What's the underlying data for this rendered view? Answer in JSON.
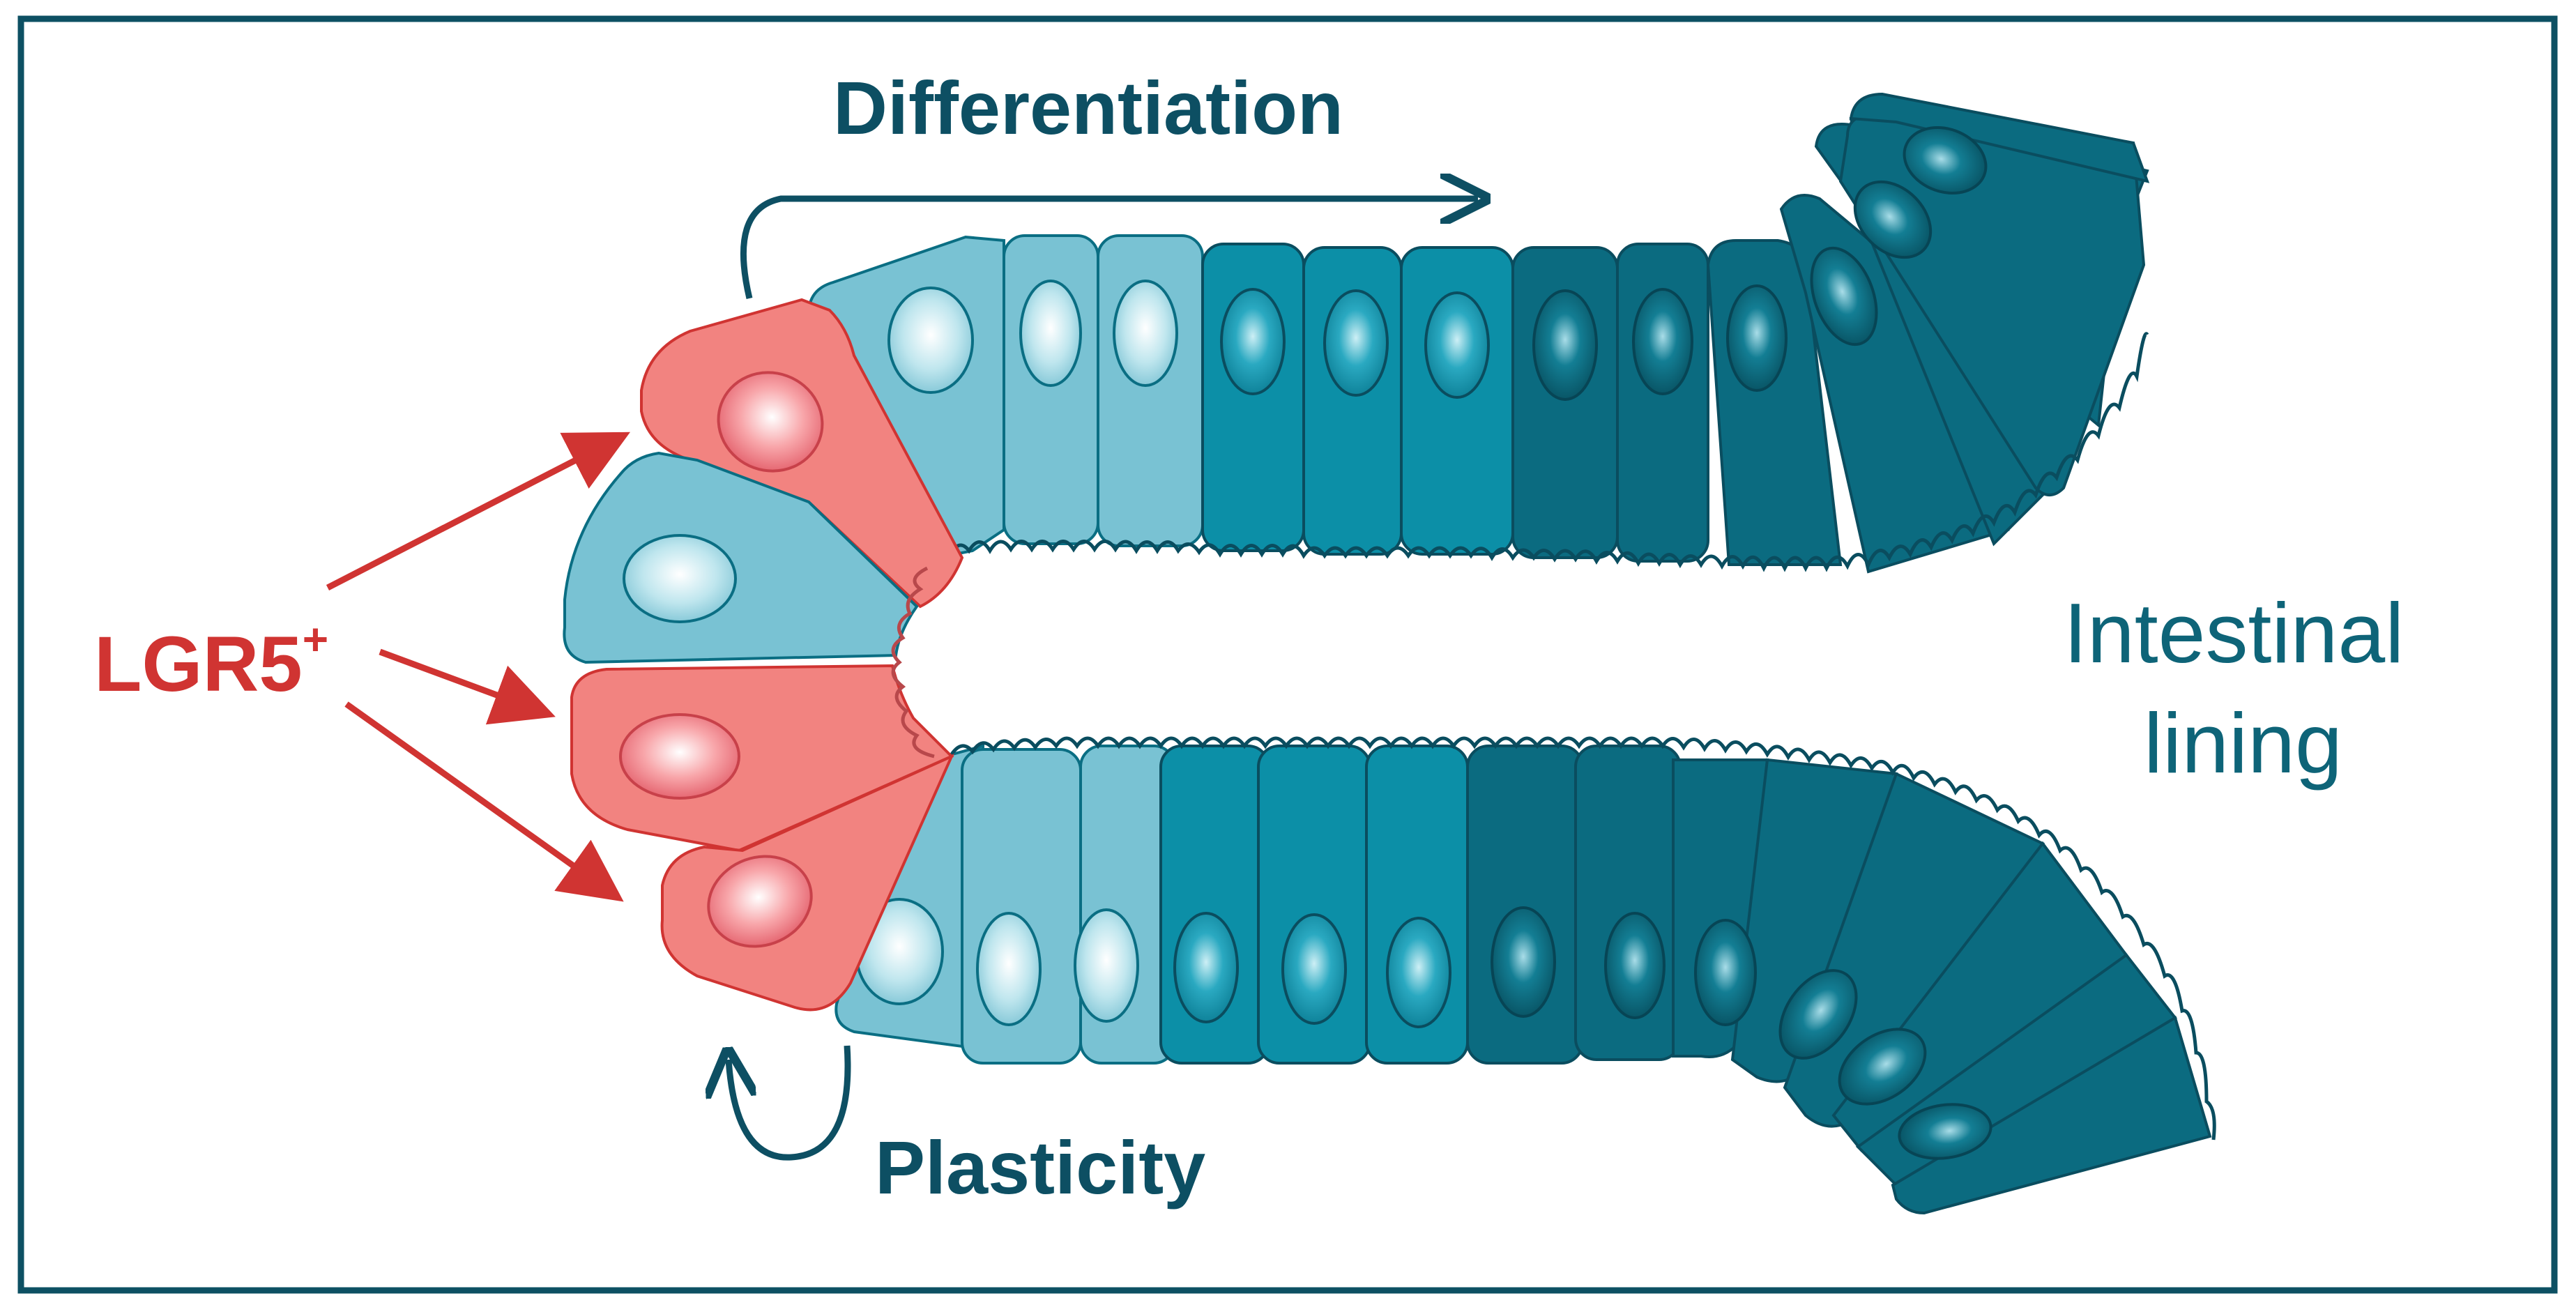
{
  "labels": {
    "differentiation": "Differentiation",
    "plasticity": "Plasticity",
    "lgr5": "LGR5",
    "lgr5_superscript": "+",
    "intestinal_line1": "Intestinal",
    "intestinal_line2": "lining"
  },
  "colors": {
    "frame": "#0d5063",
    "stem_cell": "#f28380",
    "stem_nucleus": "#e25a66",
    "progenitor": "#79c2d3",
    "transit": "#0c8fa7",
    "mature": "#0b6b80",
    "outline": "#0a4d5f",
    "arrow_red": "#d03432",
    "arrow_teal": "#0d4f63"
  }
}
